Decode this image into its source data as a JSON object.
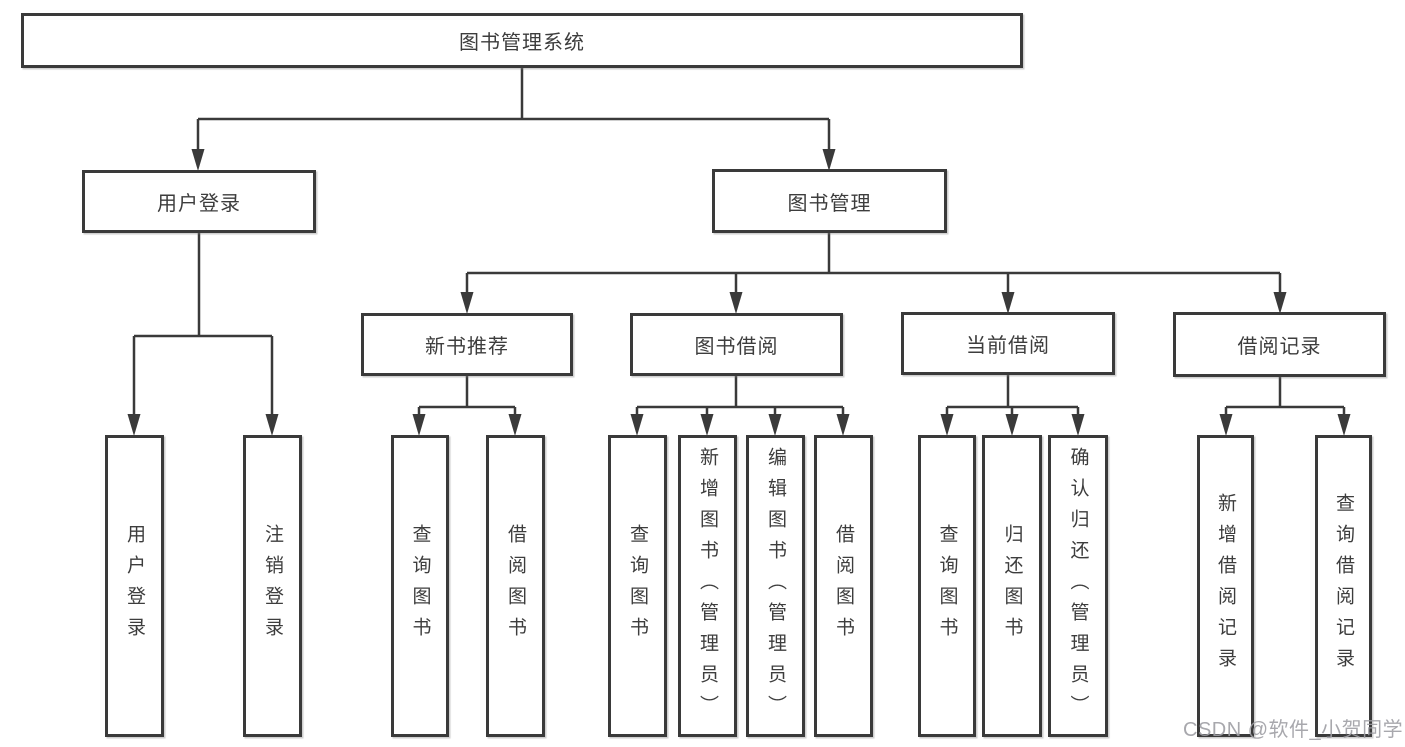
{
  "tree": {
    "label": "图书管理系统",
    "children": [
      {
        "label": "用户登录",
        "children": [
          {
            "label": "用户登录"
          },
          {
            "label": "注销登录"
          }
        ]
      },
      {
        "label": "图书管理",
        "children": [
          {
            "label": "新书推荐",
            "children": [
              {
                "label": "查询图书"
              },
              {
                "label": "借阅图书"
              }
            ]
          },
          {
            "label": "图书借阅",
            "children": [
              {
                "label": "查询图书"
              },
              {
                "label": "新增图书（管理员）"
              },
              {
                "label": "编辑图书（管理员）"
              },
              {
                "label": "借阅图书"
              }
            ]
          },
          {
            "label": "当前借阅",
            "children": [
              {
                "label": "查询图书"
              },
              {
                "label": "归还图书"
              },
              {
                "label": "确认归还（管理员）"
              }
            ]
          },
          {
            "label": "借阅记录",
            "children": [
              {
                "label": "新增借阅记录"
              },
              {
                "label": "查询借阅记录"
              }
            ]
          }
        ]
      }
    ]
  },
  "watermark": {
    "text": "CSDN @软件_小贺同学"
  },
  "colors": {
    "line": "#3a3a3a",
    "box_border": "#3a3a3a",
    "text": "#3d3d3d",
    "watermark": "#9e9ea4",
    "background": "#ffffff"
  }
}
